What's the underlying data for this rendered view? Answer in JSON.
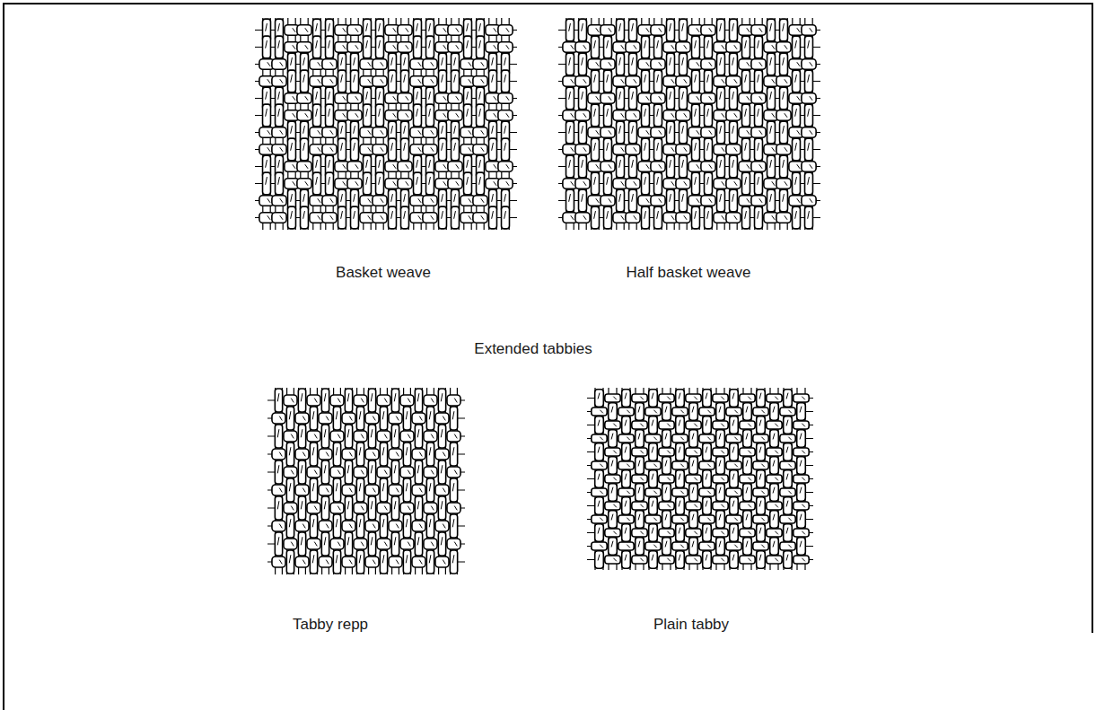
{
  "diagram": {
    "labels": [
      "Basket weave",
      "Half basket weave",
      "Extended tabbies",
      "Tabby repp",
      "Plain tabby"
    ]
  }
}
